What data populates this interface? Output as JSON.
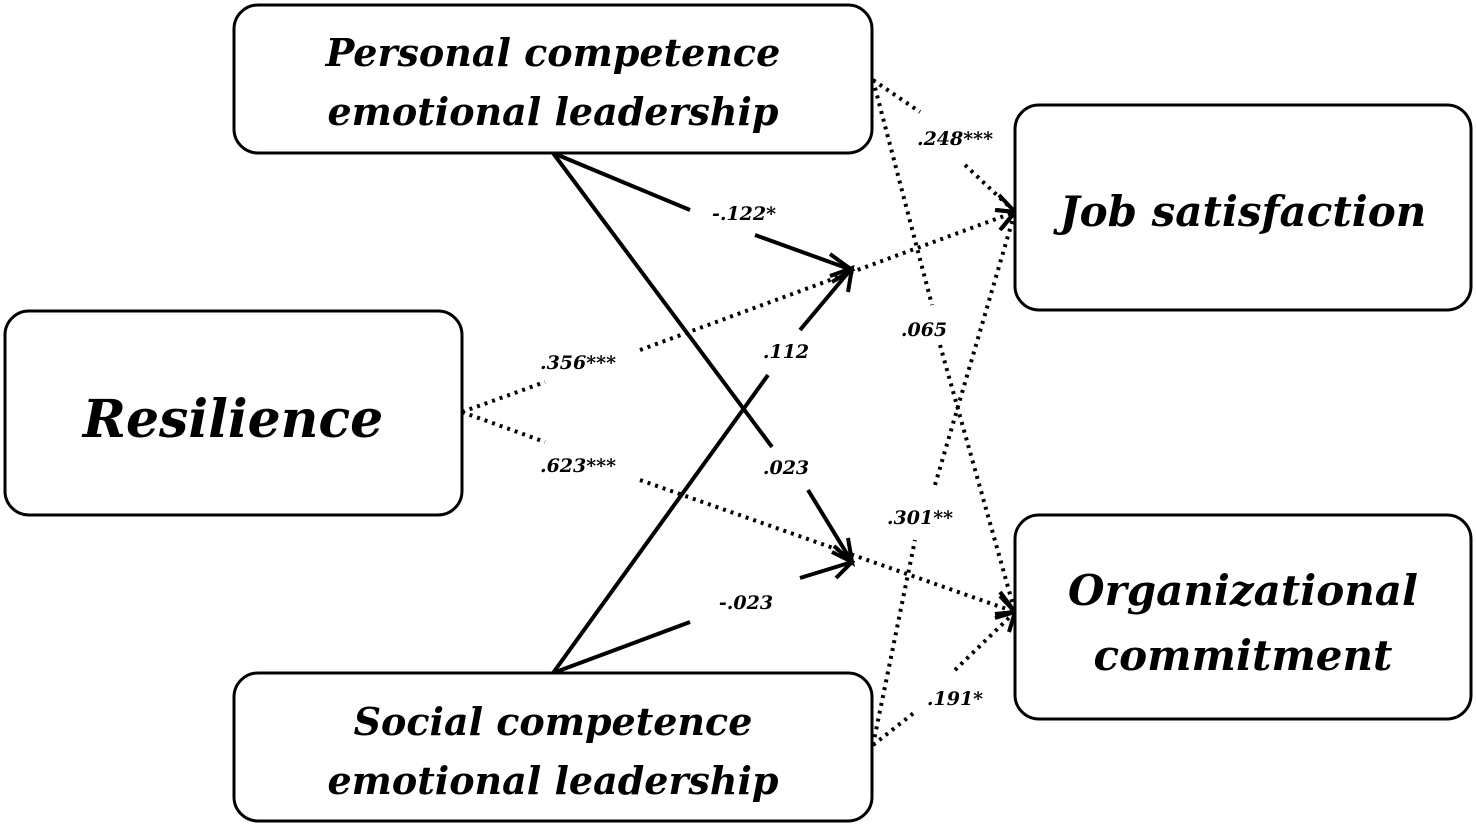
{
  "nodes": {
    "personal": {
      "line1": "Personal competence",
      "line2": "emotional leadership"
    },
    "social": {
      "line1": "Social competence",
      "line2": "emotional leadership"
    },
    "resilience": {
      "label": "Resilience"
    },
    "job_satisfaction": {
      "label": "Job satisfaction"
    },
    "org_commitment": {
      "line1": "Organizational",
      "line2": "commitment"
    }
  },
  "paths": {
    "personal_to_moderation_js": "-.122*",
    "social_to_moderation_js": ".112",
    "personal_to_moderation_oc": ".023",
    "social_to_moderation_oc": "-.023",
    "resilience_to_js": ".356***",
    "resilience_to_oc": ".623***",
    "personal_to_js": ".248***",
    "personal_to_oc": ".065",
    "social_to_js": ".301**",
    "social_to_oc": ".191*"
  },
  "colors": {
    "stroke": "#000000",
    "background": "#ffffff"
  }
}
